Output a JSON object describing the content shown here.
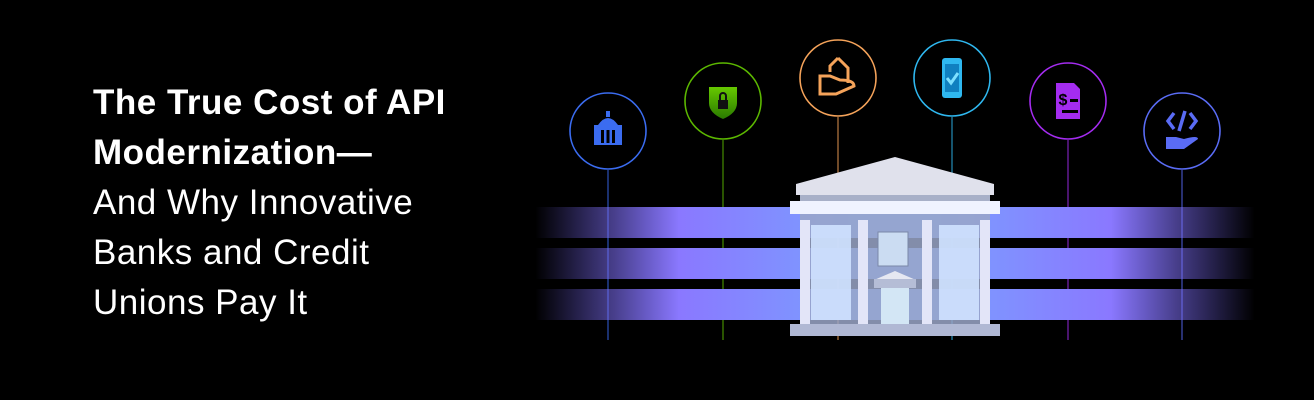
{
  "headline": {
    "bold_lines": [
      "The True Cost of API",
      "Modernization—"
    ],
    "regular_lines": [
      "And Why Innovative",
      "Banks and Credit",
      "Unions Pay It"
    ]
  },
  "icons": [
    {
      "name": "bank-icon",
      "color": "#3b6cf0"
    },
    {
      "name": "shield-lock-icon",
      "color": "#5cb800"
    },
    {
      "name": "hand-house-icon",
      "color": "#f5a35a"
    },
    {
      "name": "mobile-check-icon",
      "color": "#2fb8f0"
    },
    {
      "name": "dollar-document-icon",
      "color": "#a42cf0"
    },
    {
      "name": "hand-code-icon",
      "color": "#5a6cf5"
    }
  ]
}
